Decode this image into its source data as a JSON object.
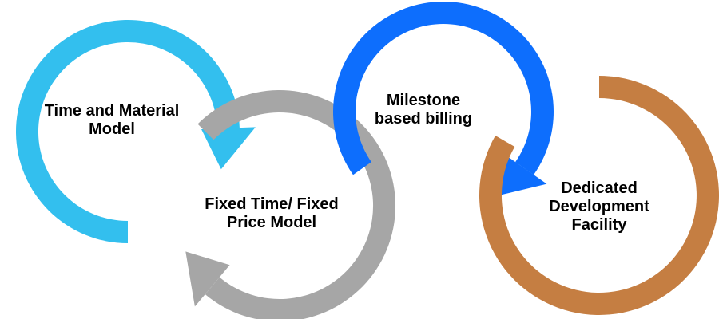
{
  "colors": {
    "time_material": "#33bfee",
    "fixed_price": "#a6a6a6",
    "milestone": "#0d6efd",
    "dedicated": "#c57e42",
    "background": "#ffffff"
  },
  "stages": [
    {
      "id": "time-material",
      "lines": [
        "Time and Material",
        "Model"
      ],
      "color_key": "time_material"
    },
    {
      "id": "fixed-price",
      "lines": [
        "Fixed Time/ Fixed",
        "Price Model"
      ],
      "color_key": "fixed_price"
    },
    {
      "id": "milestone",
      "lines": [
        "Milestone",
        "based billing"
      ],
      "color_key": "milestone"
    },
    {
      "id": "dedicated",
      "lines": [
        "Dedicated",
        "Development",
        "Facility"
      ],
      "color_key": "dedicated"
    }
  ]
}
